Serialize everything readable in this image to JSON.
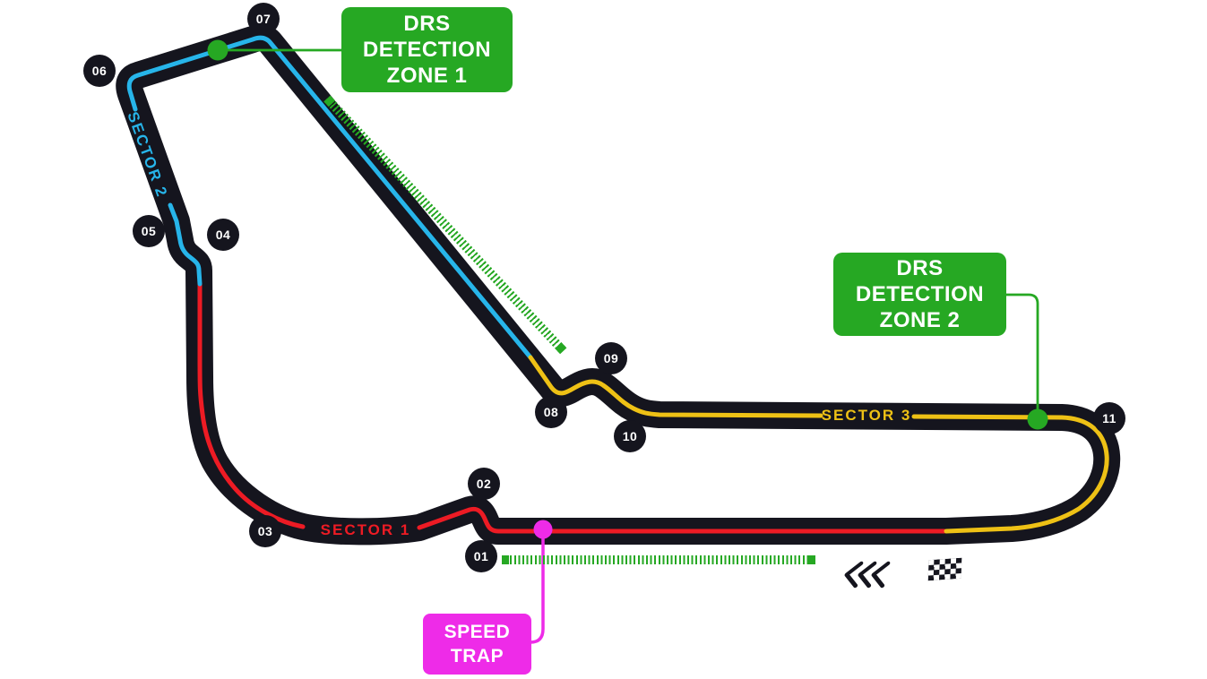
{
  "colors": {
    "background": "#ffffff",
    "track": "#15151e",
    "sector1": "#ed1b24",
    "sector2": "#27b5ea",
    "sector3": "#eec115",
    "green": "#26a823",
    "magenta": "#ee2be8"
  },
  "track": {
    "turns": [
      {
        "label": "01"
      },
      {
        "label": "02"
      },
      {
        "label": "03"
      },
      {
        "label": "04"
      },
      {
        "label": "05"
      },
      {
        "label": "06"
      },
      {
        "label": "07"
      },
      {
        "label": "08"
      },
      {
        "label": "09"
      },
      {
        "label": "10"
      },
      {
        "label": "11"
      }
    ],
    "sector_labels": [
      {
        "label": "SECTOR 1"
      },
      {
        "label": "SECTOR 2"
      },
      {
        "label": "SECTOR 3"
      }
    ]
  },
  "callouts": {
    "drs_zone_1": {
      "line1": "DRS",
      "line2": "DETECTION",
      "line3": "ZONE 1"
    },
    "drs_zone_2": {
      "line1": "DRS",
      "line2": "DETECTION",
      "line3": "ZONE 2"
    },
    "speed_trap": {
      "line1": "SPEED",
      "line2": "TRAP"
    }
  },
  "icons": {
    "direction_arrows": "chevrons-left",
    "finish_flag": "checkered-flag",
    "drs_detection_dot_1": "green-dot",
    "drs_detection_dot_2": "green-dot",
    "speed_trap_dot": "magenta-dot"
  }
}
